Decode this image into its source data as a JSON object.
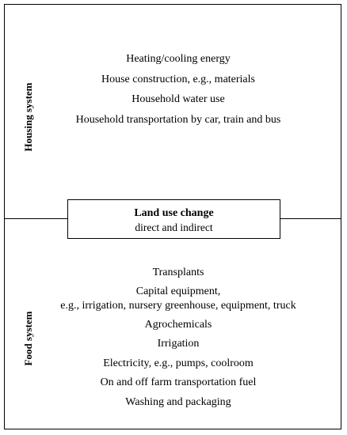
{
  "housing": {
    "label": "Housing system",
    "items": [
      "Heating/cooling energy",
      "House construction, e.g., materials",
      "Household water use",
      "Household transportation by car, train and bus"
    ]
  },
  "center": {
    "title": "Land use change",
    "subtitle": "direct and indirect"
  },
  "food": {
    "label": "Food system",
    "items": [
      "Transplants",
      "Capital equipment,",
      "e.g., irrigation, nursery greenhouse, equipment, truck",
      "Agrochemicals",
      "Irrigation",
      "Electricity, e.g., pumps, coolroom",
      "On and off farm transportation fuel",
      "Washing and packaging"
    ]
  }
}
